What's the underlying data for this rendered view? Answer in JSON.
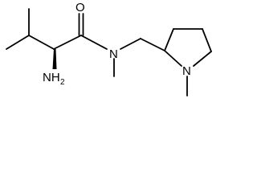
{
  "molecule": {
    "atoms": {
      "oxygen": "O",
      "nitrogen_amide": "N",
      "nitrogen_amine_main": "NH",
      "nitrogen_amine_sub": "2",
      "nitrogen_pyrrolidine": "N"
    }
  }
}
